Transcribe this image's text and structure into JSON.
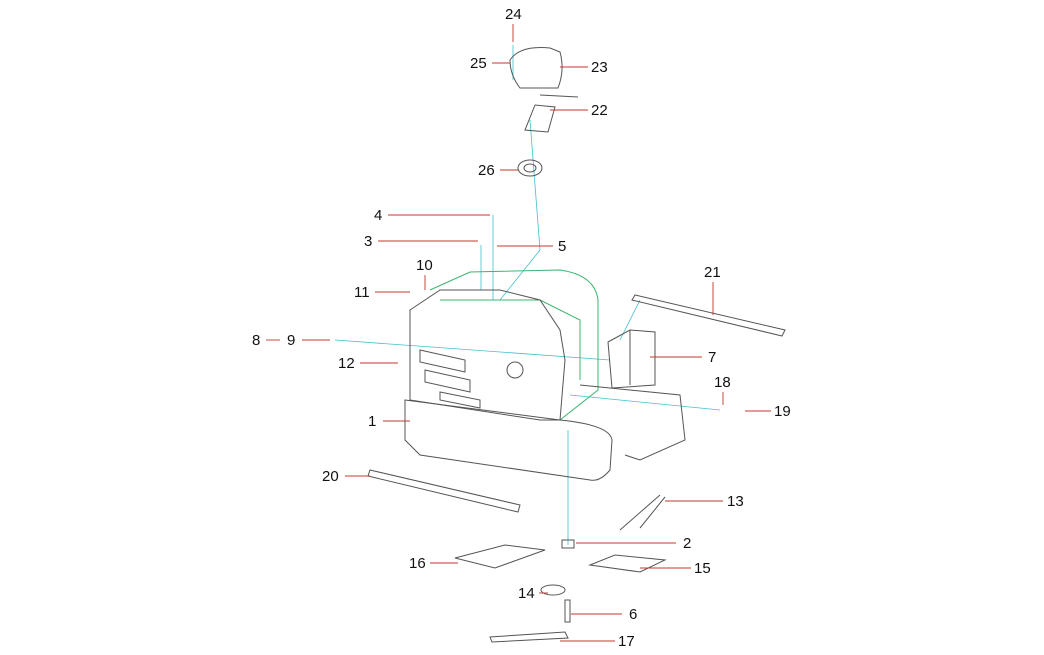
{
  "labels": {
    "p1": "1",
    "p2": "2",
    "p3": "3",
    "p4": "4",
    "p5": "5",
    "p6": "6",
    "p7": "7",
    "p8": "8",
    "p9": "9",
    "p10": "10",
    "p11": "11",
    "p12": "12",
    "p13": "13",
    "p14": "14",
    "p15": "15",
    "p16": "16",
    "p17": "17",
    "p18": "18",
    "p19": "19",
    "p20": "20",
    "p21": "21",
    "p22": "22",
    "p23": "23",
    "p24": "24",
    "p25": "25",
    "p26": "26"
  },
  "colors": {
    "leader": "#c0392b",
    "assembly": "#40c0d0",
    "frame": "#3cb371",
    "part": "#555555"
  }
}
